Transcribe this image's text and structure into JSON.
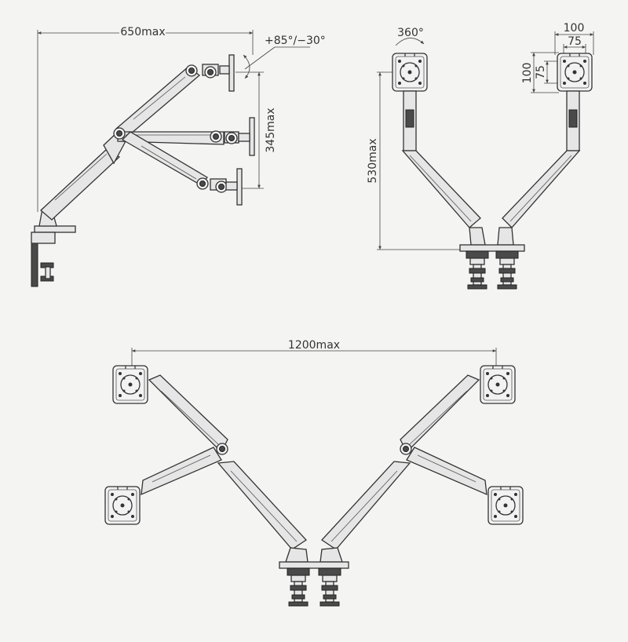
{
  "dimensions": {
    "reach": "650max",
    "tilt": "+85°/−30°",
    "height_adjust": "345max",
    "rotation": "360°",
    "vesa_outer_h": "100",
    "vesa_inner_h": "75",
    "vesa_outer_v": "100",
    "vesa_inner_v": "75",
    "pole_height": "530max",
    "span": "1200max"
  }
}
